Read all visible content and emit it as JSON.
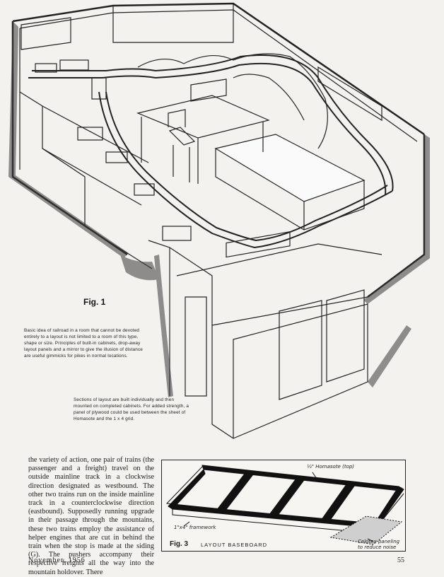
{
  "figure1": {
    "label": "Fig. 1",
    "caption": "Basic idea of railroad in a room that cannot be devoted entirely to a layout is not limited to a room of this type, shape or size. Principles of built-in cabinets, drop-away layout panels and a mirror to give the illusion of distance are useful gimmicks for pikes in normal locations.",
    "sections_caption": "Sections of layout are built individually and then mounted on completed cabinets. For added strength, a panel of plywood could be used between the sheet of Homasote and the 1 x 4 grid."
  },
  "article": {
    "text": "the variety of action, one pair of trains (the passenger and a freight) travel on the outside mainline track in a clockwise direction designated as westbound. The other two trains run on the inside mainline track in a counterclockwise direction (eastbound). Supposedly running upgrade in their passage through the mountains, these two trains employ the assistance of helper engines that are cut in behind the train when the stop is made at the siding (G). The pushers accompany their respective freights all the way into the mountain holdover. There"
  },
  "figure3": {
    "label": "Fig. 3",
    "title": "LAYOUT BASEBOARD",
    "callouts": {
      "homasote": "½\" Homasote (top)",
      "framework": "1\"x4\" framework",
      "celotex": "Celotex paneling to reduce noise"
    }
  },
  "footer": {
    "date": "November, 1956",
    "page_number": "55"
  }
}
